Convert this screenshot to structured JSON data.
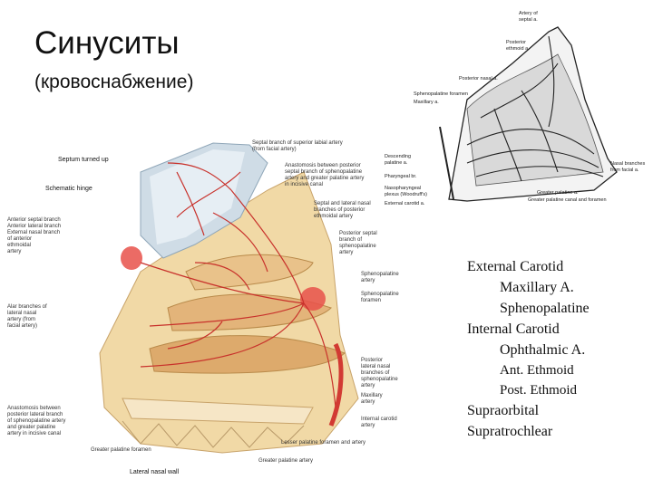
{
  "header": {
    "title": "Синуситы",
    "subtitle": "(кровоснабжение)"
  },
  "legend": {
    "items": [
      {
        "text": "External Carotid",
        "level": 0
      },
      {
        "text": "Maxillary A.",
        "level": 1
      },
      {
        "text": "Sphenopalatine",
        "level": 1
      },
      {
        "text": "Internal Carotid",
        "level": 0
      },
      {
        "text": "Ophthalmic A.",
        "level": 1
      },
      {
        "text": "Ant. Ethmoid",
        "level": 2
      },
      {
        "text": "Post. Ethmoid",
        "level": 2
      },
      {
        "text": "Supraorbital",
        "level": 0
      },
      {
        "text": "Supratrochlear",
        "level": 0
      }
    ]
  },
  "figure_left": {
    "labels": {
      "septum_turned_up": "Septum turned up",
      "schematic_hinge": "Schematic hinge",
      "septal_branch_superior_labial": "Septal branch of superior labial artery\n(from facial artery)",
      "anastomosis_posterior_septal": "Anastomosis between posterior\nseptal branch of sphenopalatine\nartery and greater palatine artery\nin incisive canal",
      "anterior_septal_branch": "Anterior septal branch\nAnterior lateral branch\nExternal nasal branch\nof anterior\nethmoidal\nartery",
      "septal_lateral_nasal_posterior_ethmoidal": "Septal and lateral nasal\nbranches of posterior\nethmoidal artery",
      "posterior_septal_branch": "Posterior septal\nbranch of\nsphenopalatine\nartery",
      "sphenopalatine_artery": "Sphenopalatine\nartery",
      "sphenopalatine_foramen": "Sphenopalatine\nforamen",
      "alar_branches": "Alar branches of\nlateral nasal\nartery (from\nfacial artery)",
      "posterior_lateral_nasal": "Posterior\nlateral nasal\nbranches of\nsphenopalatine\nartery",
      "maxillary_artery": "Maxillary\nartery",
      "internal_carotid": "Internal carotid\nartery",
      "anastomosis_lateral_nasal": "Anastomosis between\nposterior lateral branch\nof sphenopalatine artery\nand greater palatine\nartery in incisive canal",
      "greater_palatine_foramen": "Greater palatine foramen",
      "lesser_palatine": "Lesser palatine foramen and artery",
      "greater_palatine_artery": "Greater palatine artery",
      "lateral_nasal_wall": "Lateral nasal wall"
    }
  },
  "figure_right": {
    "labels": {
      "artery_septal": "Artery of\nseptal a.",
      "posterior_ethmoid": "Posterior\nethmoid a.",
      "posterior_nasal": "Posterior nasal a.",
      "sphenopalatine_foramen": "Sphenopalatine foramen",
      "maxillary": "Maxillary a.",
      "descending_palatine": "Descending\npalatine a.",
      "pharyngeal": "Pharyngeal br.",
      "nasopharyngeal": "Nasopharyngeal\nplexus (Woodruff's)",
      "external_carotid": "External carotid a.",
      "nasal_branches": "Nasal branches\nfrom facial a.",
      "greater_palatine": "Greater palatine a.",
      "greater_palatine_canal": "Greater palatine canal and foramen"
    }
  }
}
